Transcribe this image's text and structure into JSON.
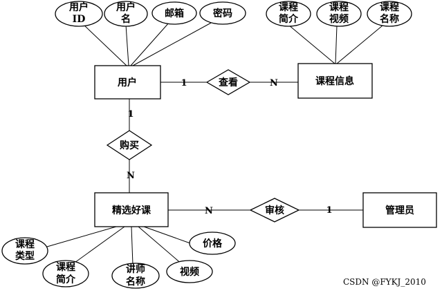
{
  "entities": {
    "user": "用户",
    "course_info": "课程信息",
    "featured_course": "精选好课",
    "admin": "管理员"
  },
  "relationships": {
    "view": "查看",
    "purchase": "购买",
    "review": "审核"
  },
  "attributes": {
    "user_id": [
      "用户",
      "ID"
    ],
    "user_name": [
      "用户",
      "名"
    ],
    "email": [
      "邮箱"
    ],
    "password": [
      "密码"
    ],
    "course_intro": [
      "课程",
      "简介"
    ],
    "course_video": [
      "课程",
      "视频"
    ],
    "course_name": [
      "课程",
      "名称"
    ],
    "course_type": [
      "课程",
      "类型"
    ],
    "fc_intro": [
      "课程",
      "简介"
    ],
    "lecturer_name": [
      "讲师",
      "名称"
    ],
    "video": [
      "视频"
    ],
    "price": [
      "价格"
    ]
  },
  "cardinalities": {
    "user_view": "1",
    "view_course_info": "N",
    "user_purchase": "1",
    "purchase_featured": "N",
    "featured_review": "N",
    "review_admin": "1"
  },
  "watermark": "CSDN @FYKJ_2010"
}
